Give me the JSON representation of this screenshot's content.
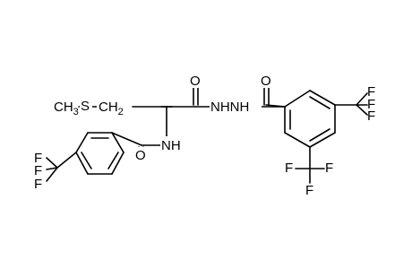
{
  "molecule": {
    "labels": {
      "ch3": "CH",
      "ch3_sub": "3",
      "s": "S",
      "ch2": "CH",
      "ch2_sub": "2",
      "o_amide_top": "O",
      "nh_hydrazide": "NHNH",
      "o_benzoyl_top": "O",
      "f_top_1": "F",
      "f_top_2": "F",
      "f_top_3": "F",
      "f_bottom_left": "F",
      "f_bottom_right": "F",
      "f_bottom": "F",
      "nh_amide": "NH",
      "o_amide_bottom": "O",
      "f_left_1": "F",
      "f_left_2": "F",
      "f_left_3": "F"
    }
  }
}
